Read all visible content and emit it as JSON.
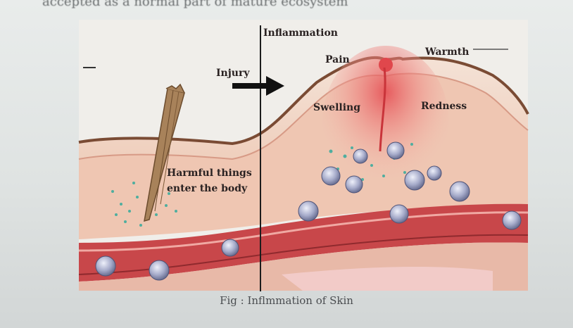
{
  "top_text": "accepted as a normal part of mature ecosystem",
  "labels": {
    "inflammation": "Inflammation",
    "pain": "Pain",
    "warmth": "Warmth",
    "injury": "Injury",
    "swelling": "Swelling",
    "redness": "Redness",
    "harmful_line1": "Harmful things",
    "harmful_line2": "enter the body"
  },
  "caption": "Fig : Inflmmation of Skin",
  "colors": {
    "skin_surface": "#f2d9cc",
    "skin_inner": "#ecc0ad",
    "vessel": "#c8474a",
    "cells": "#8f95b6",
    "particles": "#4fae9f",
    "arrow": "#111111"
  }
}
